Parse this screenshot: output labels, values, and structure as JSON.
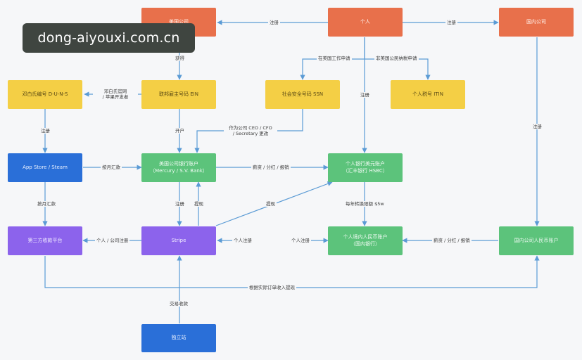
{
  "nodes": {
    "us_company": "美国公司",
    "individual": "个人",
    "domestic_company": "国内公司",
    "duns": "邓白氏编号 D-U-N-S",
    "ein": "联邦雇主号码 EIN",
    "ssn": "社会安全号码 SSN",
    "itin": "个人税号 ITIN",
    "app_store": "App Store / Steam",
    "us_bank": "美国公司银行账户\n（Mercury / S.V. Bank）",
    "personal_us_bank": "个人银行美元账户\n（汇丰银行 HSBC）",
    "third_party": "第三方收款平台",
    "stripe": "Stripe",
    "personal_cny": "个人境内人民币账户\n（国内银行）",
    "domestic_cny": "国内公司人民币账户",
    "indie_site": "独立站"
  },
  "edges": {
    "register_left": "注册",
    "register_right": "注册",
    "obtain": "获得",
    "work_in_us": "在美国工作申请",
    "non_us_tax": "非美国公民纳税申请",
    "duns_apply": "邓白氏官网\n/ 苹果开发者",
    "open_account": "开户",
    "officer_change": "作为公司 CEO / CFO\n/ Secretary 更改",
    "register_personal": "注册",
    "register_domestic": "注册",
    "register_duns": "注册",
    "monthly_remit": "按月汇款",
    "salary_dividend": "薪资 / 分红 / 报销",
    "annual_limit": "每年转换限额 $5w",
    "withdraw": "提现",
    "register_stripe": "注册",
    "withdraw2": "提现",
    "monthly_remit2": "按月汇款",
    "personal_company_register": "个人 / 公司注册",
    "personal_register": "个人注册",
    "personal_register2": "个人注册",
    "salary_dividend2": "薪资 / 分红 / 报销",
    "by_order": "根据实际订单收入提现",
    "transaction": "交易收款"
  },
  "watermark": "dong-aiyouxi.com.cn",
  "colors": {
    "orange": "#e8704b",
    "yellow": "#f4cf45",
    "blue": "#2a6fd8",
    "green": "#5cc37b",
    "purple": "#8c63ec",
    "line": "#5b9bd5"
  }
}
